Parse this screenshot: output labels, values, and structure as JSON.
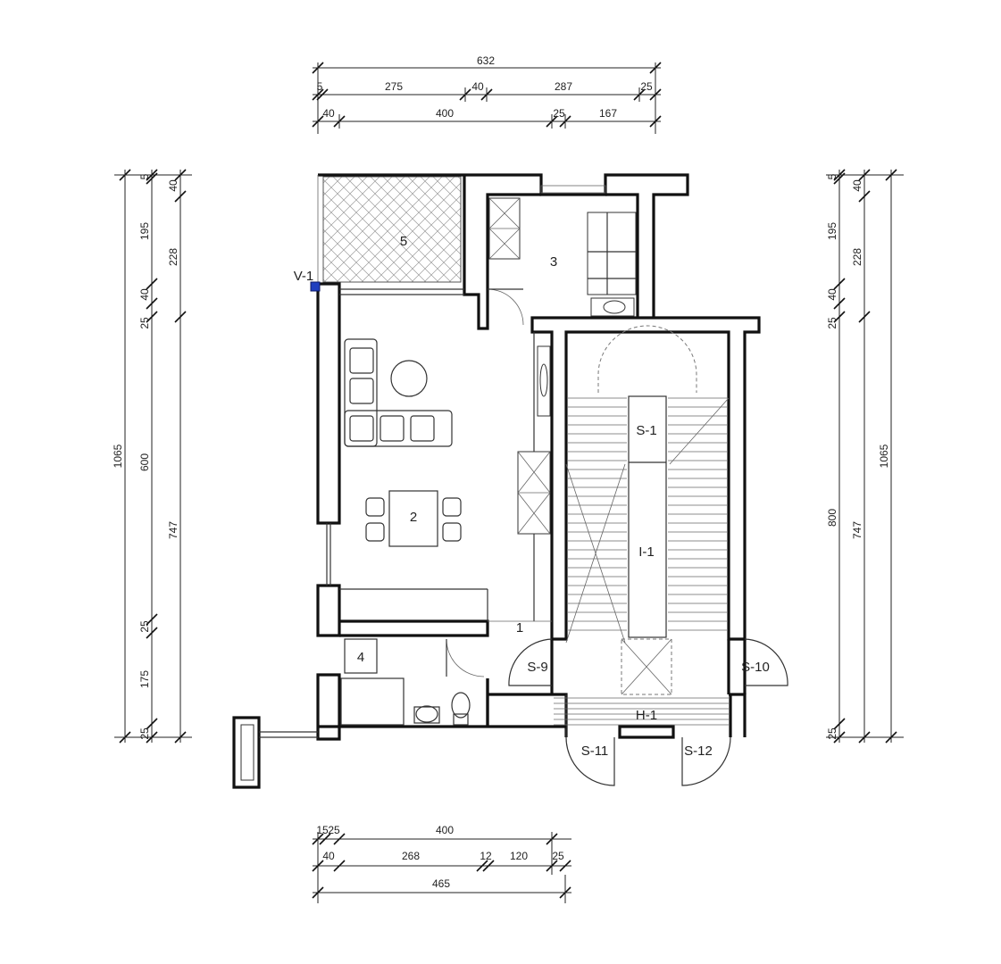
{
  "top_dims": {
    "r1": [
      "632"
    ],
    "r2": [
      "5",
      "275",
      "40",
      "287",
      "25"
    ],
    "r3": [
      "40",
      "400",
      "25",
      "167"
    ]
  },
  "bottom_dims": {
    "r1": [
      "15",
      "25",
      "400"
    ],
    "r2": [
      "40",
      "268",
      "12",
      "120",
      "25"
    ],
    "r3": [
      "465"
    ]
  },
  "left_dims": {
    "c1": [
      "1065"
    ],
    "c2": [
      "5",
      "195",
      "40",
      "25",
      "600",
      "25",
      "175",
      "25"
    ],
    "c3": [
      "40",
      "228",
      "747"
    ]
  },
  "right_dims": {
    "c1": [
      "1065"
    ],
    "c2": [
      "5",
      "195",
      "40",
      "25",
      "800",
      "25"
    ],
    "c3": [
      "40",
      "228",
      "747"
    ]
  },
  "rooms": {
    "r1": "1",
    "r2": "2",
    "r3": "3",
    "r4": "4",
    "r5": "5"
  },
  "labels": {
    "v1": "V-1",
    "s1": "S-1",
    "i1": "I-1",
    "h1": "H-1",
    "s9": "S-9",
    "s10": "S-10",
    "s11": "S-11",
    "s12": "S-12"
  }
}
